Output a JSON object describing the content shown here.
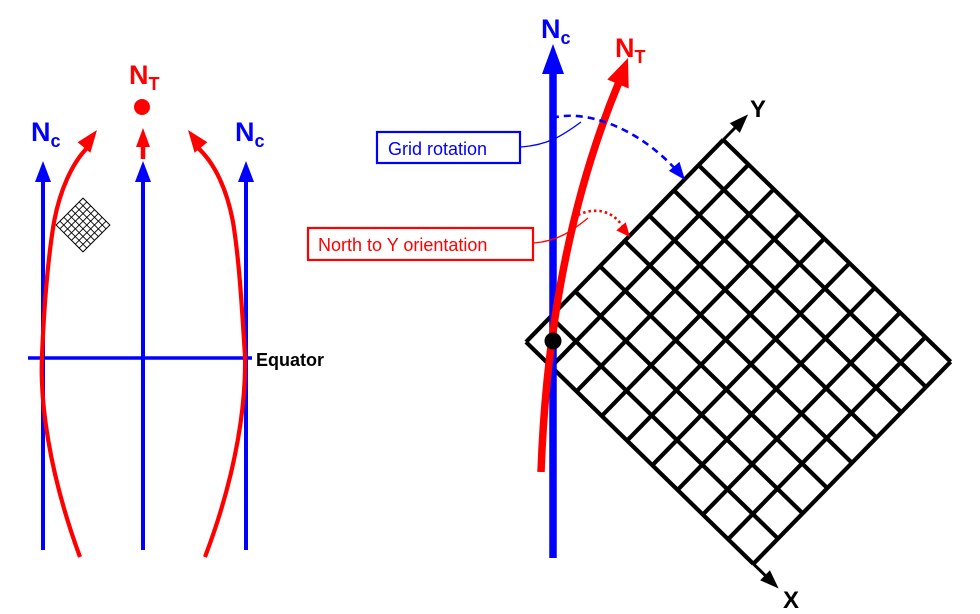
{
  "colors": {
    "grid_north_blue": "#0000ff",
    "true_north_red": "#ff0000",
    "grid_black": "#000000",
    "background": "#ffffff"
  },
  "left_panel": {
    "true_north_label": {
      "main": "N",
      "sub": "T"
    },
    "grid_north_left_label": {
      "main": "N",
      "sub": "c"
    },
    "grid_north_right_label": {
      "main": "N",
      "sub": "c"
    },
    "equator_label": "Equator"
  },
  "right_panel": {
    "grid_north_label": {
      "main": "N",
      "sub": "c"
    },
    "true_north_label": {
      "main": "N",
      "sub": "T"
    },
    "callouts": {
      "grid_rotation": "Grid rotation",
      "north_to_y": "North to Y orientation"
    },
    "axes": {
      "x": "X",
      "y": "Y"
    }
  }
}
